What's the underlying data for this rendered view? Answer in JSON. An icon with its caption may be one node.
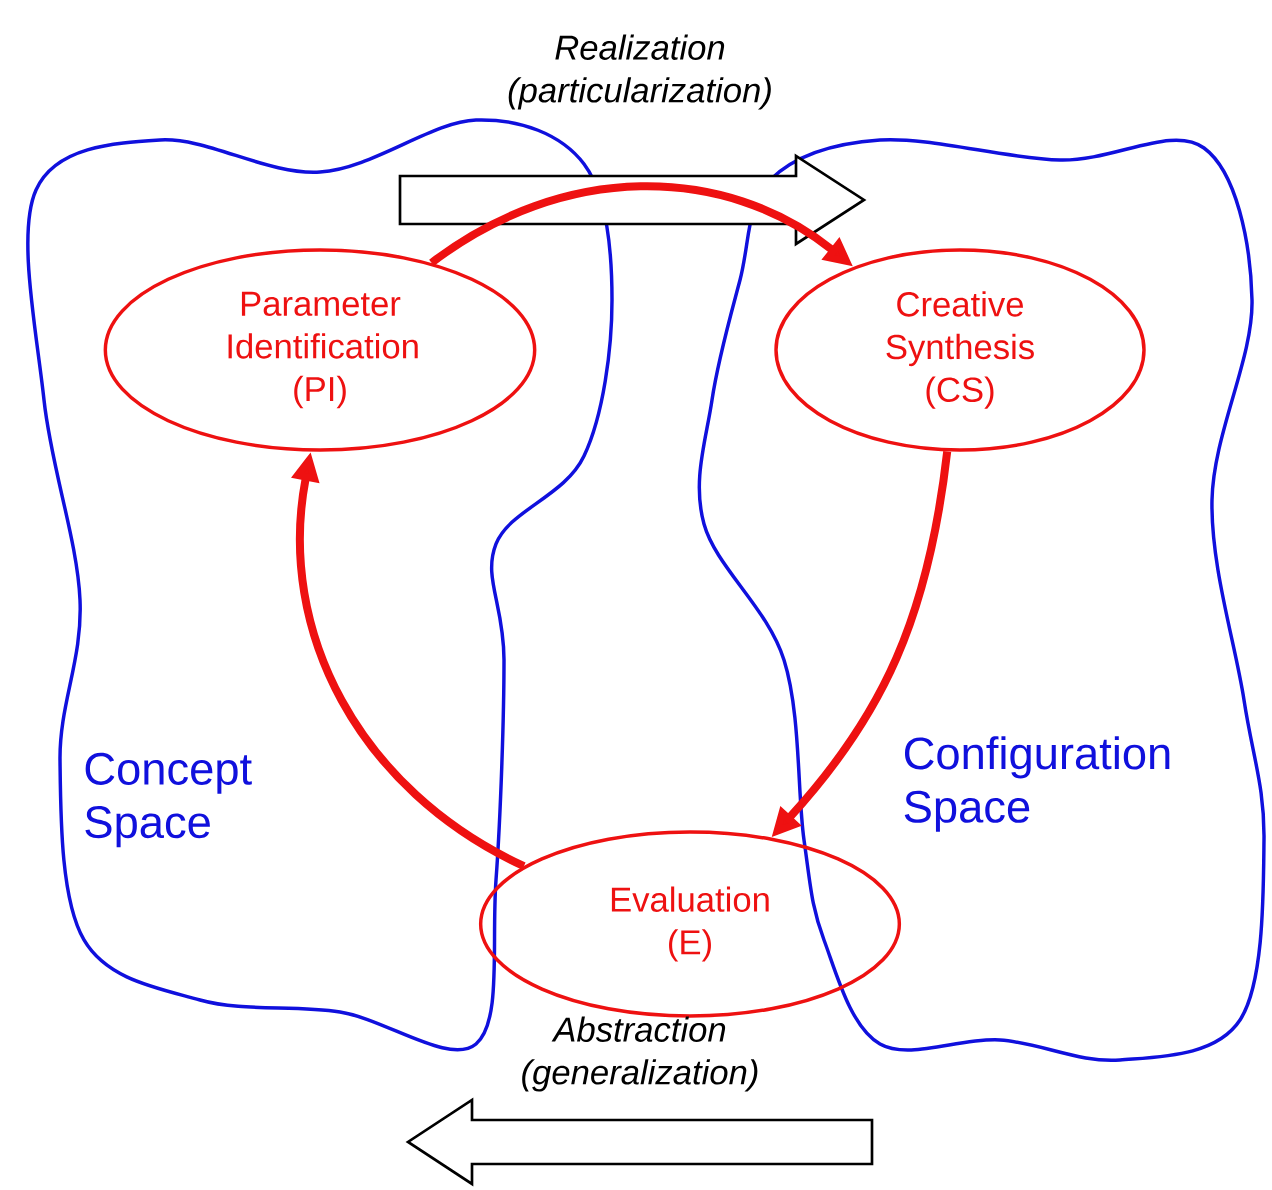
{
  "diagram": {
    "nodes": [
      {
        "text": [
          "Concept Space"
        ]
      },
      {
        "text": [
          "Configuration Space"
        ]
      },
      {
        "text": [
          "Parameter Identification (PI)"
        ],
        "in": 0
      },
      {
        "text": [
          "Creative Synthesis (CS)"
        ],
        "in": 1
      },
      {
        "text": [
          "Evaluation (E)"
        ]
      }
    ],
    "edges": [
      {
        "from": 2,
        "to": 3,
        "arrow": "to"
      },
      {
        "from": 3,
        "to": 4,
        "arrow": "to"
      },
      {
        "from": 4,
        "to": 2,
        "arrow": "to"
      }
    ],
    "labels": [
      "Realization (particularization)",
      "Abstraction (generalization)"
    ]
  }
}
